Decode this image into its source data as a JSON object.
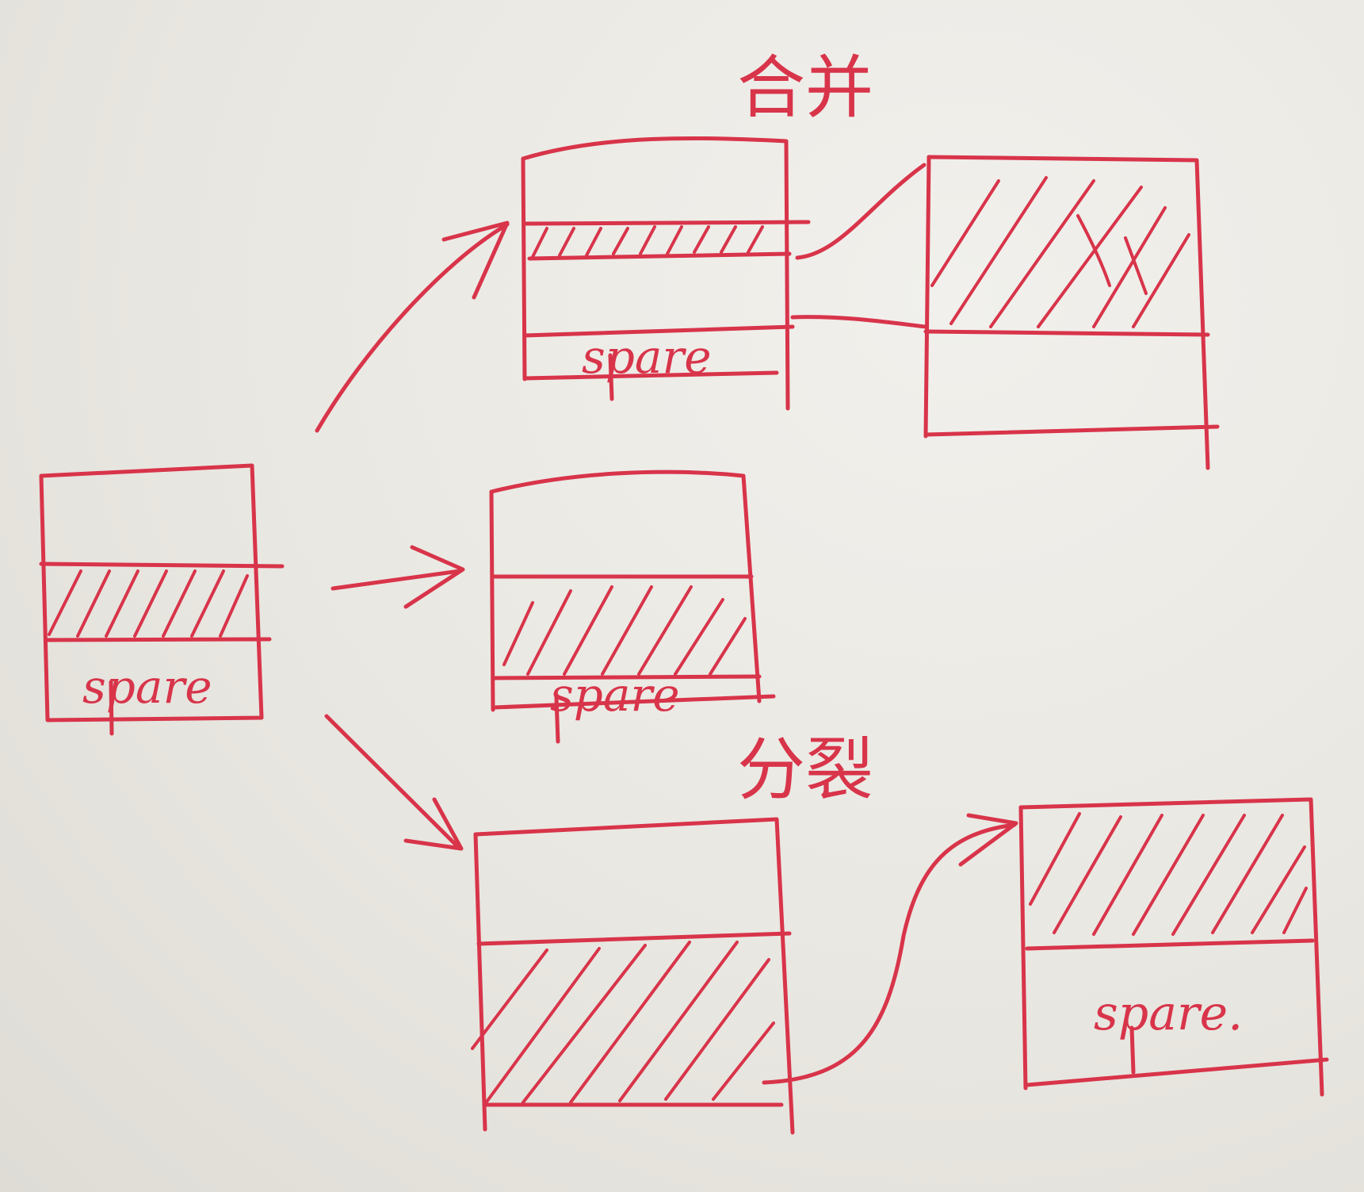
{
  "colors": {
    "ink": "#d8344a",
    "paper": "#ebe9e3"
  },
  "labels": {
    "merge": "合并",
    "split": "分裂",
    "spare_initial": "spare",
    "spare_merge": "spare",
    "spare_middle": "spare",
    "spare_split_result": "spare."
  },
  "diagram": {
    "initial": {
      "sections": [
        "empty",
        "data",
        "spare"
      ]
    },
    "merge": {
      "left": {
        "sections": [
          "empty",
          "data",
          "empty",
          "spare"
        ]
      },
      "right": {
        "sections": [
          "data",
          "empty"
        ]
      }
    },
    "middle": {
      "sections": [
        "empty",
        "data",
        "spare"
      ]
    },
    "split": {
      "left": {
        "sections": [
          "empty",
          "data"
        ]
      },
      "right": {
        "sections": [
          "data",
          "spare"
        ]
      }
    }
  }
}
